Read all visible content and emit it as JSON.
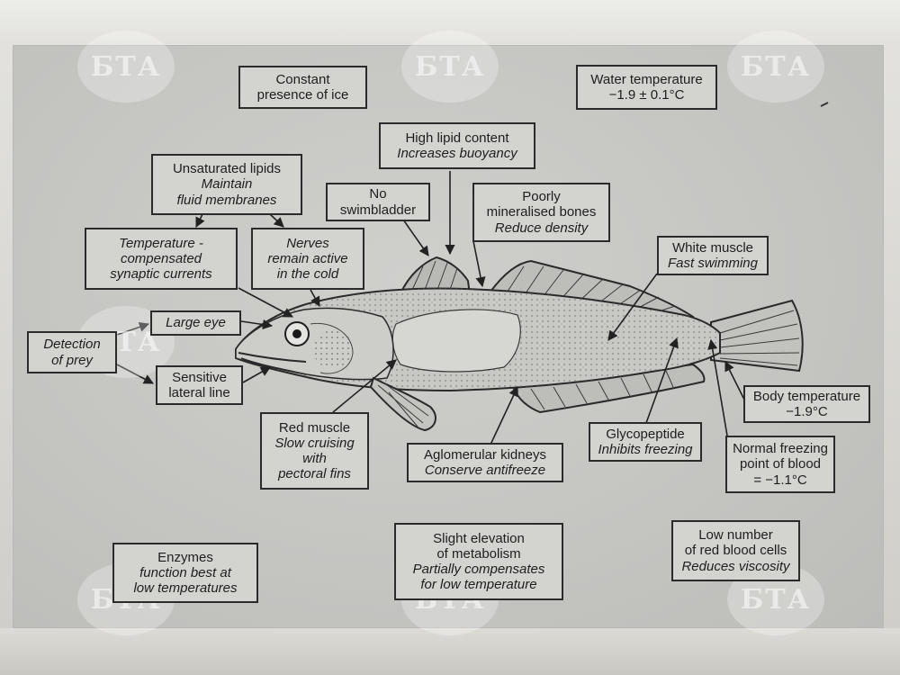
{
  "watermark": "БТА",
  "labels": {
    "ice": [
      "Constant",
      "presence of ice"
    ],
    "water_temp": [
      "Water temperature",
      "−1.9 ± 0.1°C"
    ],
    "lipid": [
      "High  lipid content",
      "Increases buoyancy"
    ],
    "unsat": [
      "Unsaturated lipids",
      "Maintain",
      "fluid membranes"
    ],
    "swimbladder": [
      "No",
      "swimbladder"
    ],
    "bones": [
      "Poorly",
      "mineralised bones",
      "Reduce density"
    ],
    "temp_comp": [
      "Temperature -",
      "compensated",
      "synaptic currents"
    ],
    "nerves": [
      "Nerves",
      "remain active",
      "in the cold"
    ],
    "white_muscle": [
      "White muscle",
      "Fast swimming"
    ],
    "detection": [
      "Detection",
      "of prey"
    ],
    "large_eye": [
      "Large eye"
    ],
    "lateral_line": [
      "Sensitive",
      "lateral line"
    ],
    "body_temp": [
      "Body temperature",
      "−1.9°C"
    ],
    "red_muscle": [
      "Red muscle",
      "Slow cruising",
      "with",
      "pectoral fins"
    ],
    "glyco": [
      "Glycopeptide",
      "Inhibits freezing"
    ],
    "kidneys": [
      "Aglomerular kidneys",
      "Conserve antifreeze"
    ],
    "freezing": [
      "Normal freezing",
      "point of blood",
      "= −1.1°C"
    ],
    "enzymes": [
      "Enzymes",
      "function best at",
      "low temperatures"
    ],
    "metabolism": [
      "Slight elevation",
      "of metabolism",
      "Partially compensates",
      "for low temperature"
    ],
    "rbc": [
      "Low number",
      "of red blood cells",
      "Reduces viscosity"
    ]
  }
}
